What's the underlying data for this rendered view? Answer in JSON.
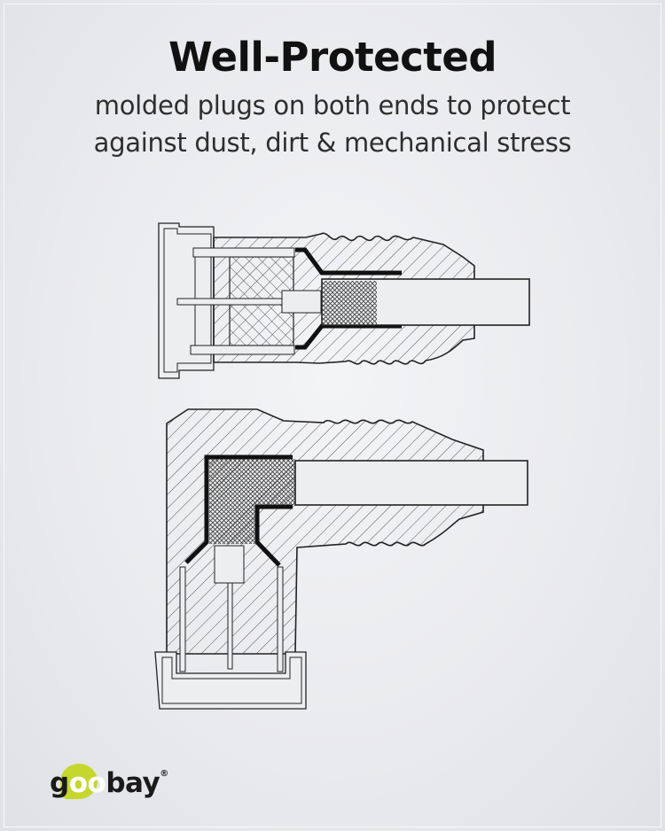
{
  "header": {
    "title": "Well-Protected",
    "subtitle_lines": [
      "molded plugs on both ends to protect",
      "against dust, dirt & mechanical stress"
    ]
  },
  "diagrams": [
    {
      "name": "straight-plug-cross-section",
      "description": "Straight F-connector plug, cross-section"
    },
    {
      "name": "angled-plug-cross-section",
      "description": "Right-angle F-connector plug, cross-section"
    }
  ],
  "brand": {
    "logo_prefix": "g",
    "logo_highlight": "oo",
    "logo_suffix": "bay",
    "registered_mark": "®",
    "accent_color": "#c5d72f"
  },
  "colors": {
    "background": "#eceef0",
    "title": "#111111",
    "subtitle": "#2e2e2e",
    "line": "#222222"
  }
}
